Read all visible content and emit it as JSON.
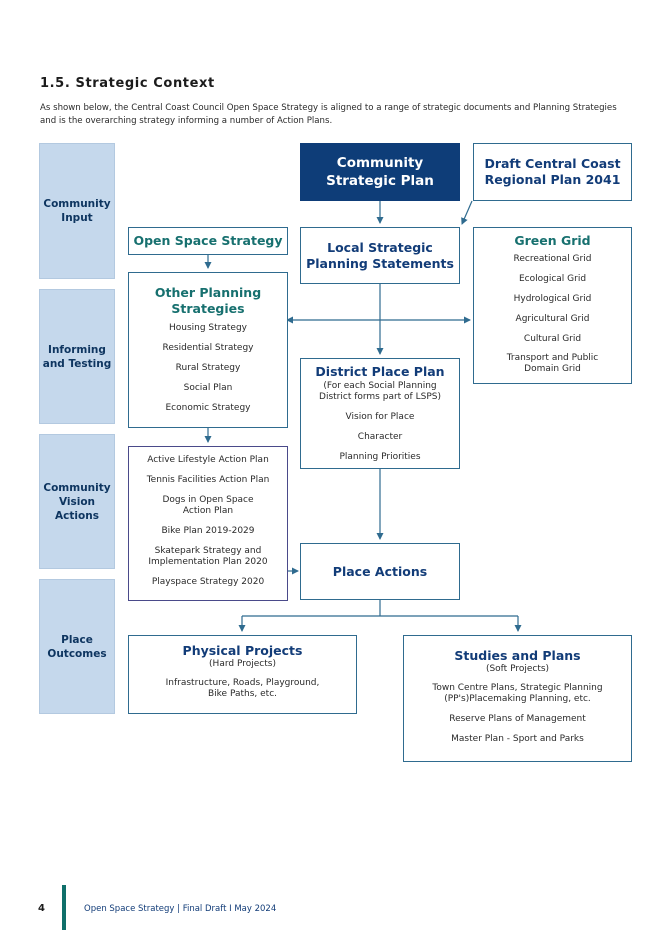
{
  "section": {
    "heading": "1.5. Strategic Context",
    "intro": "As shown below, the Central Coast Council Open Space Strategy is aligned to a range of strategic documents and Planning Strategies and is the overarching strategy informing a number of Action Plans."
  },
  "sidebar": [
    {
      "label": "Community\nInput"
    },
    {
      "label": "Informing\nand Testing"
    },
    {
      "label": "Community\nVision\nActions"
    },
    {
      "label": "Place\nOutcomes"
    }
  ],
  "boxes": {
    "community_strategic_plan": {
      "title": "Community\nStrategic Plan"
    },
    "draft_regional_plan": {
      "title": "Draft Central Coast\nRegional Plan 2041"
    },
    "open_space_strategy": {
      "title": "Open Space Strategy"
    },
    "local_strategic_planning": {
      "title": "Local Strategic\nPlanning Statements"
    },
    "green_grid": {
      "title": "Green Grid",
      "items": [
        "Recreational Grid",
        "Ecological Grid",
        "Hydrological Grid",
        "Agricultural Grid",
        "Cultural Grid",
        "Transport and Public\nDomain Grid"
      ]
    },
    "other_planning": {
      "title": "Other Planning\nStrategies",
      "items": [
        "Housing Strategy",
        "Residential Strategy",
        "Rural Strategy",
        "Social Plan",
        "Economic Strategy"
      ]
    },
    "district_place_plan": {
      "title": "District Place Plan",
      "subtitle": "(For each Social Planning\nDistrict forms part of LSPS)",
      "items": [
        "Vision for Place",
        "Character",
        "Planning Priorities"
      ]
    },
    "action_plans": {
      "items": [
        "Active Lifestyle Action Plan",
        "Tennis Facilities Action Plan",
        "Dogs in Open Space\nAction Plan",
        "Bike Plan 2019-2029",
        "Skatepark Strategy and\nImplementation Plan 2020",
        "Playspace Strategy 2020"
      ]
    },
    "place_actions": {
      "title": "Place Actions"
    },
    "physical_projects": {
      "title": "Physical Projects",
      "subtitle": "(Hard Projects)",
      "items": [
        "Infrastructure, Roads, Playground,\nBike Paths, etc."
      ]
    },
    "studies_plans": {
      "title": "Studies and Plans",
      "subtitle": "(Soft Projects)",
      "items": [
        "Town Centre Plans, Strategic Planning\n(PP's)Placemaking Planning, etc.",
        "Reserve Plans of Management",
        "Master Plan - Sport and Parks"
      ]
    }
  },
  "footer": {
    "page_number": "4",
    "text": "Open Space Strategy | Final Draft I May 2024"
  },
  "colors": {
    "navy": "#123c78",
    "teal": "#17706f",
    "sidebar": "#c5d8ec",
    "connector": "#2f6b8f"
  }
}
